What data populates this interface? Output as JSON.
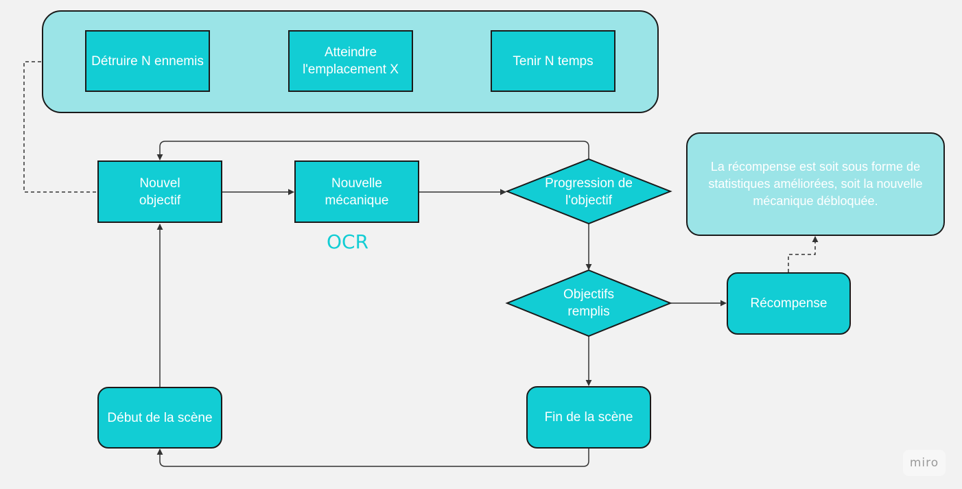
{
  "colors": {
    "node_fill": "#12cdd4",
    "group_fill": "#9be4e7",
    "stroke": "#1a1a1a",
    "background": "#f2f2f2",
    "text": "#ffffff"
  },
  "objectives": {
    "destroy": "Détruire N ennemis",
    "reach": "Atteindre l'emplacement X",
    "hold": "Tenir N temps"
  },
  "nodes": {
    "new_objective": "Nouvel objectif",
    "new_mechanic": "Nouvelle mécanique",
    "progression": "Progression de l'objectif",
    "objectives_met": "Objectifs remplis",
    "reward": "Récompense",
    "scene_start": "Début de la scène",
    "scene_end": "Fin de la scène"
  },
  "reward_note": "La récompense est soit sous forme de statistiques améliorées, soit la nouvelle mécanique débloquée.",
  "ocr_label": "OCR",
  "watermark": "miro"
}
